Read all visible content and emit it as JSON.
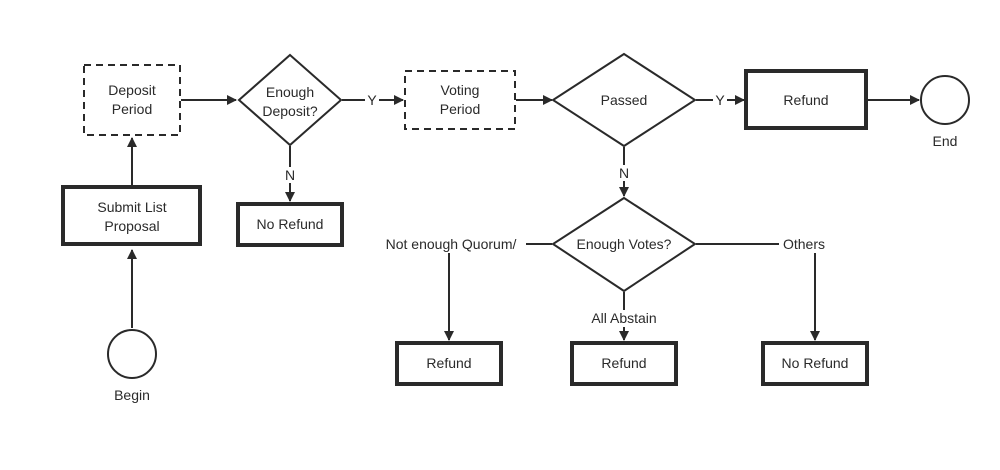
{
  "nodes": {
    "begin": "Begin",
    "end": "End",
    "submit_list_proposal": [
      "Submit List",
      "Proposal"
    ],
    "deposit_period": [
      "Deposit",
      "Period"
    ],
    "enough_deposit": [
      "Enough",
      "Deposit?"
    ],
    "voting_period": [
      "Voting",
      "Period"
    ],
    "passed": "Passed",
    "refund_after_passed": "Refund",
    "no_refund_deposit": "No Refund",
    "enough_votes": "Enough Votes?",
    "refund_quorum": "Refund",
    "refund_abstain": "Refund",
    "no_refund_others": "No Refund"
  },
  "edge_labels": {
    "deposit_yes": "Y",
    "deposit_no": "N",
    "passed_yes": "Y",
    "passed_no": "N",
    "not_enough_quorum": "Not enough Quorum/",
    "all_abstain": "All Abstain",
    "others": "Others"
  }
}
